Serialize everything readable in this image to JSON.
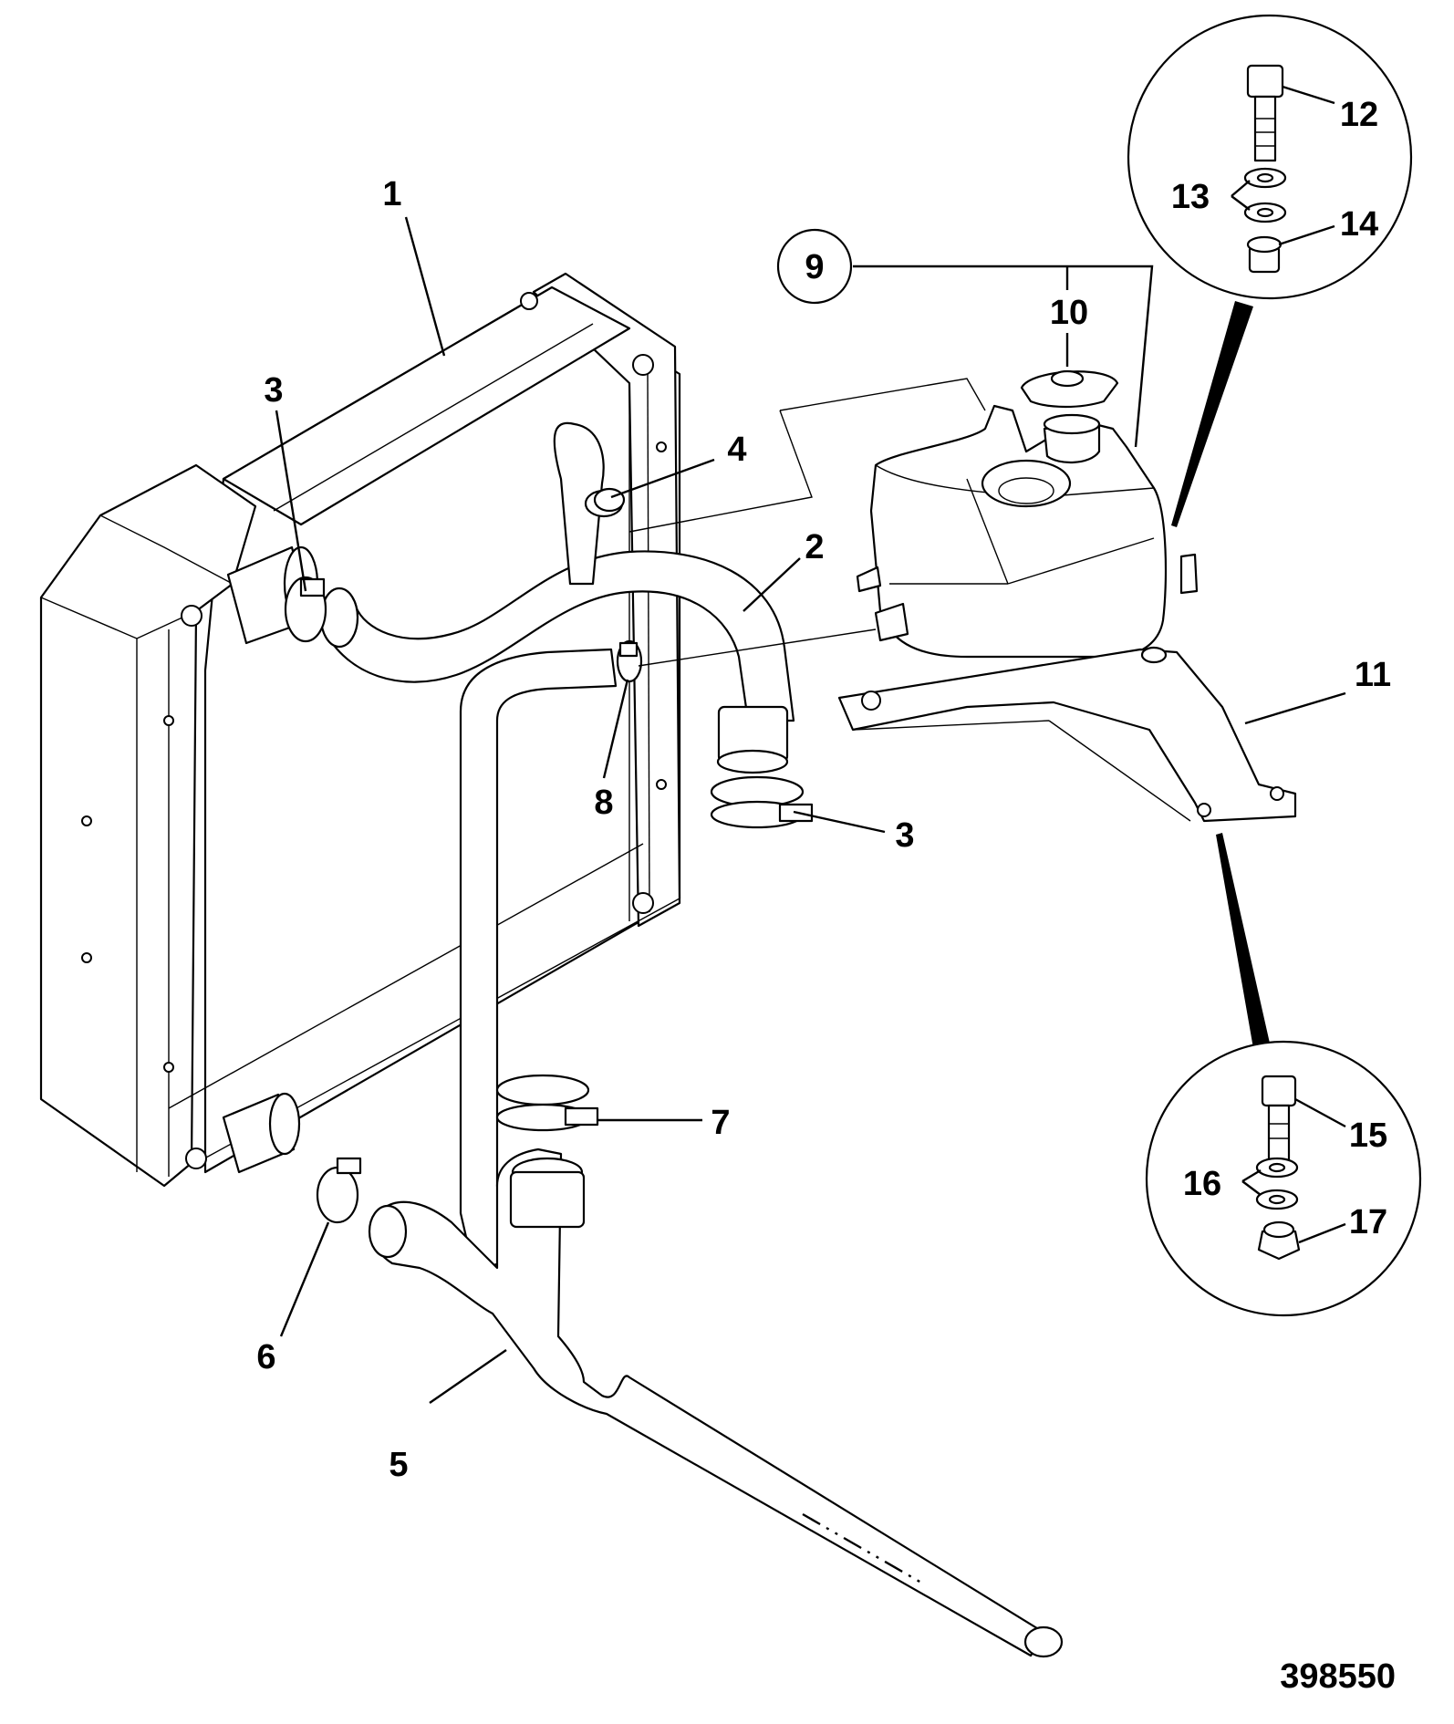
{
  "diagram": {
    "reference_number": "398550",
    "callouts": {
      "c1": "1",
      "c2": "2",
      "c3a": "3",
      "c3b": "3",
      "c4": "4",
      "c5": "5",
      "c6": "6",
      "c7": "7",
      "c8": "8",
      "c9": "9",
      "c10": "10",
      "c11": "11",
      "c12": "12",
      "c13": "13",
      "c14": "14",
      "c15": "15",
      "c16": "16",
      "c17": "17"
    }
  }
}
